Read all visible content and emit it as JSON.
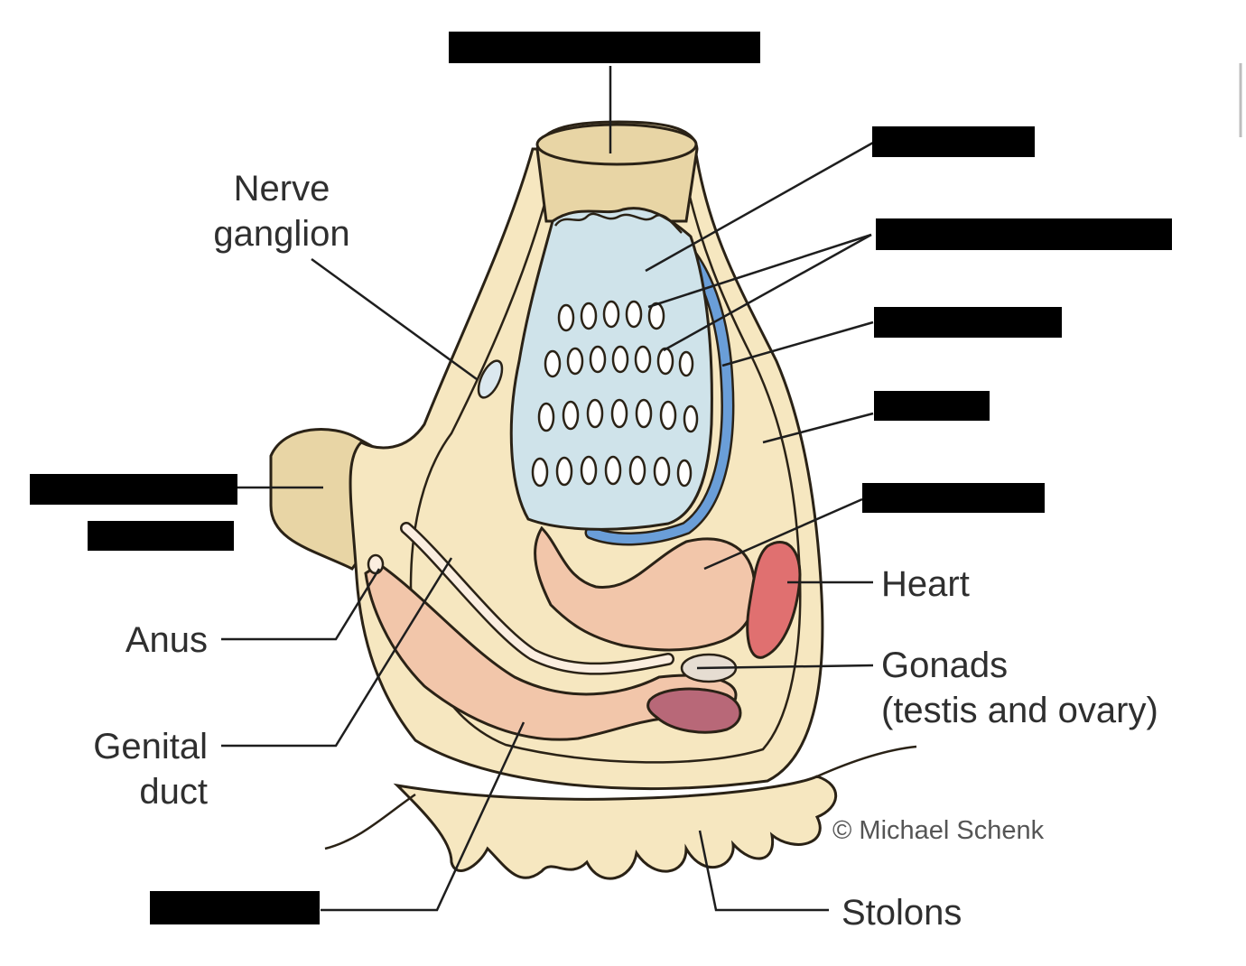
{
  "labels": {
    "nerve_ganglion": [
      "Nerve",
      "ganglion"
    ],
    "anus": "Anus",
    "genital_duct": [
      "Genital",
      "duct"
    ],
    "heart": "Heart",
    "gonads": [
      "Gonads",
      "(testis and ovary)"
    ],
    "stolons": "Stolons",
    "credit": "© Michael Schenk"
  },
  "colors": {
    "tunic": "#f6e7c0",
    "siphon": "#e8d5a5",
    "pharynx": "#cfe3ea",
    "endostyle": "#6a9ed8",
    "gut": "#f2c6aa",
    "heart": "#e07070",
    "gonad": "#b86878",
    "outline": "#2a2216",
    "redaction": "#000000"
  }
}
